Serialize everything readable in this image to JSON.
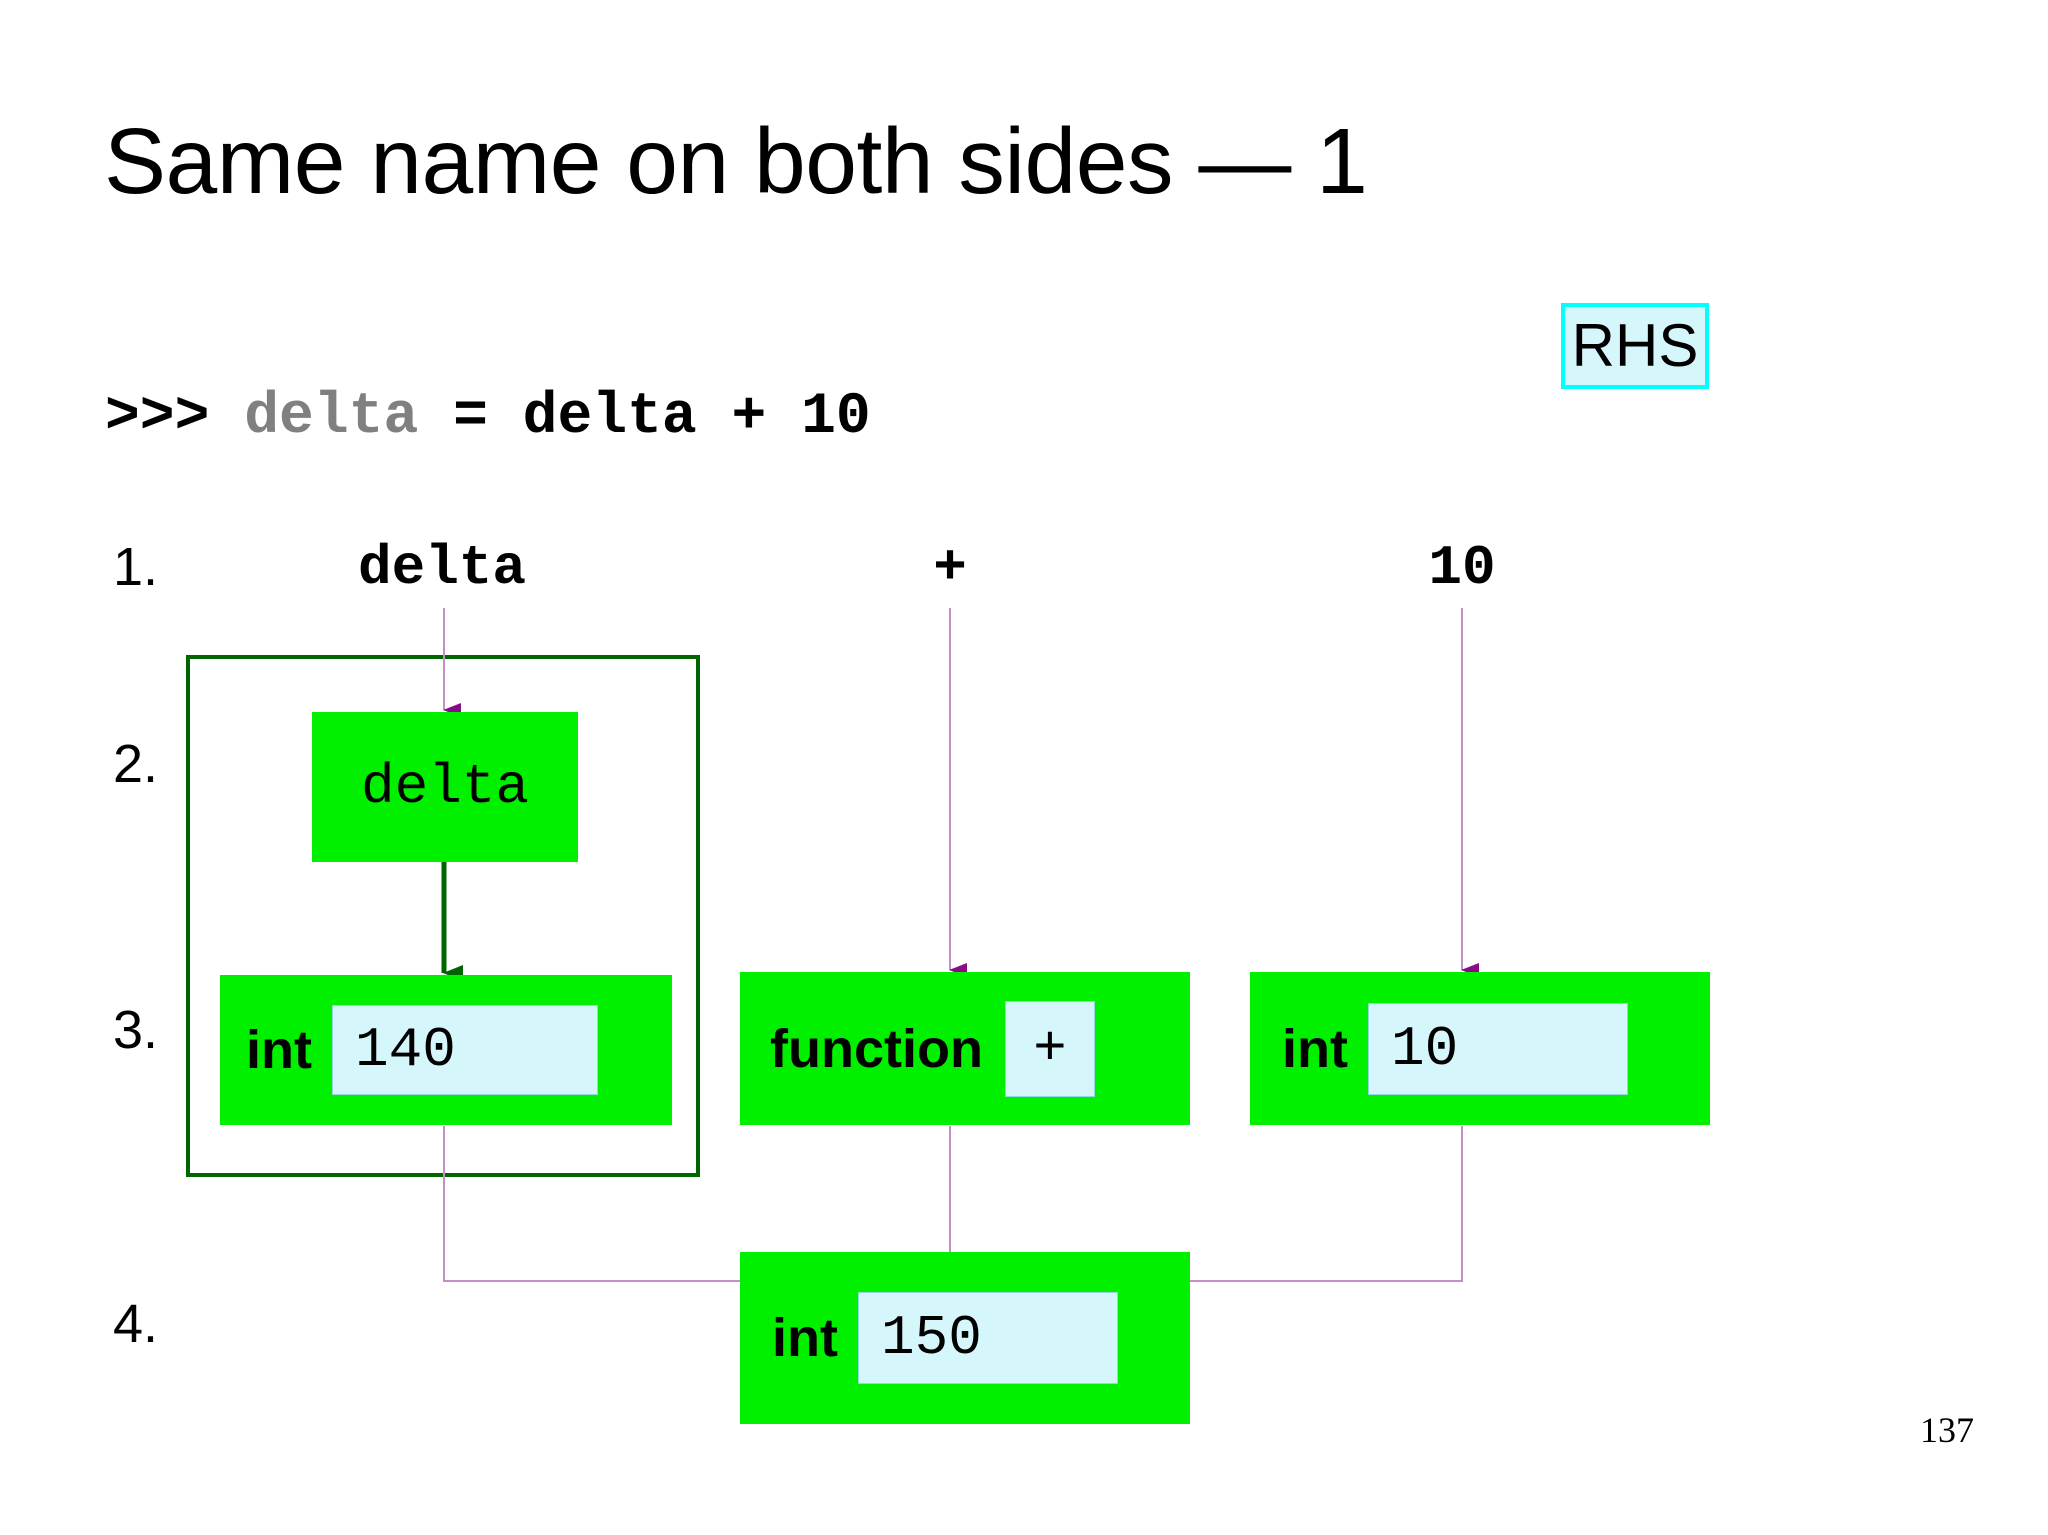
{
  "slide": {
    "title": "Same name on both sides — 1",
    "page_number": "137",
    "background_color": "#ffffff"
  },
  "badge": {
    "label": "RHS",
    "fill_color": "#d5f7fb",
    "border_color": "#00ffff"
  },
  "code": {
    "prompt": ">>> ",
    "lhs_name": "delta",
    "rest": " = delta + 10",
    "lhs_color": "#808080",
    "rest_color": "#000000"
  },
  "steps": [
    {
      "number": "1."
    },
    {
      "number": "2."
    },
    {
      "number": "3."
    },
    {
      "number": "4."
    }
  ],
  "expression_labels": [
    {
      "text": "delta",
      "column": "left"
    },
    {
      "text": "+",
      "column": "middle"
    },
    {
      "text": "10",
      "column": "right"
    }
  ],
  "objects": {
    "name_box": {
      "name": "delta",
      "fill_color": "#00f000"
    },
    "int_140": {
      "type_label": "int",
      "value": "140",
      "fill_color": "#00f000",
      "chip_color": "#d5f7fb"
    },
    "function_plus": {
      "type_label": "function",
      "value": "+",
      "fill_color": "#00f000",
      "chip_color": "#d5f7fb"
    },
    "int_10": {
      "type_label": "int",
      "value": "10",
      "fill_color": "#00f000",
      "chip_color": "#d5f7fb"
    },
    "int_150": {
      "type_label": "int",
      "value": "150",
      "fill_color": "#00f000",
      "chip_color": "#d5f7fb"
    }
  },
  "frame": {
    "border_color": "#006400"
  },
  "arrows": {
    "thin_line_color": "#c48fc4",
    "arrowhead_color": "#8b0a8b",
    "green_arrow_color": "#006400"
  }
}
